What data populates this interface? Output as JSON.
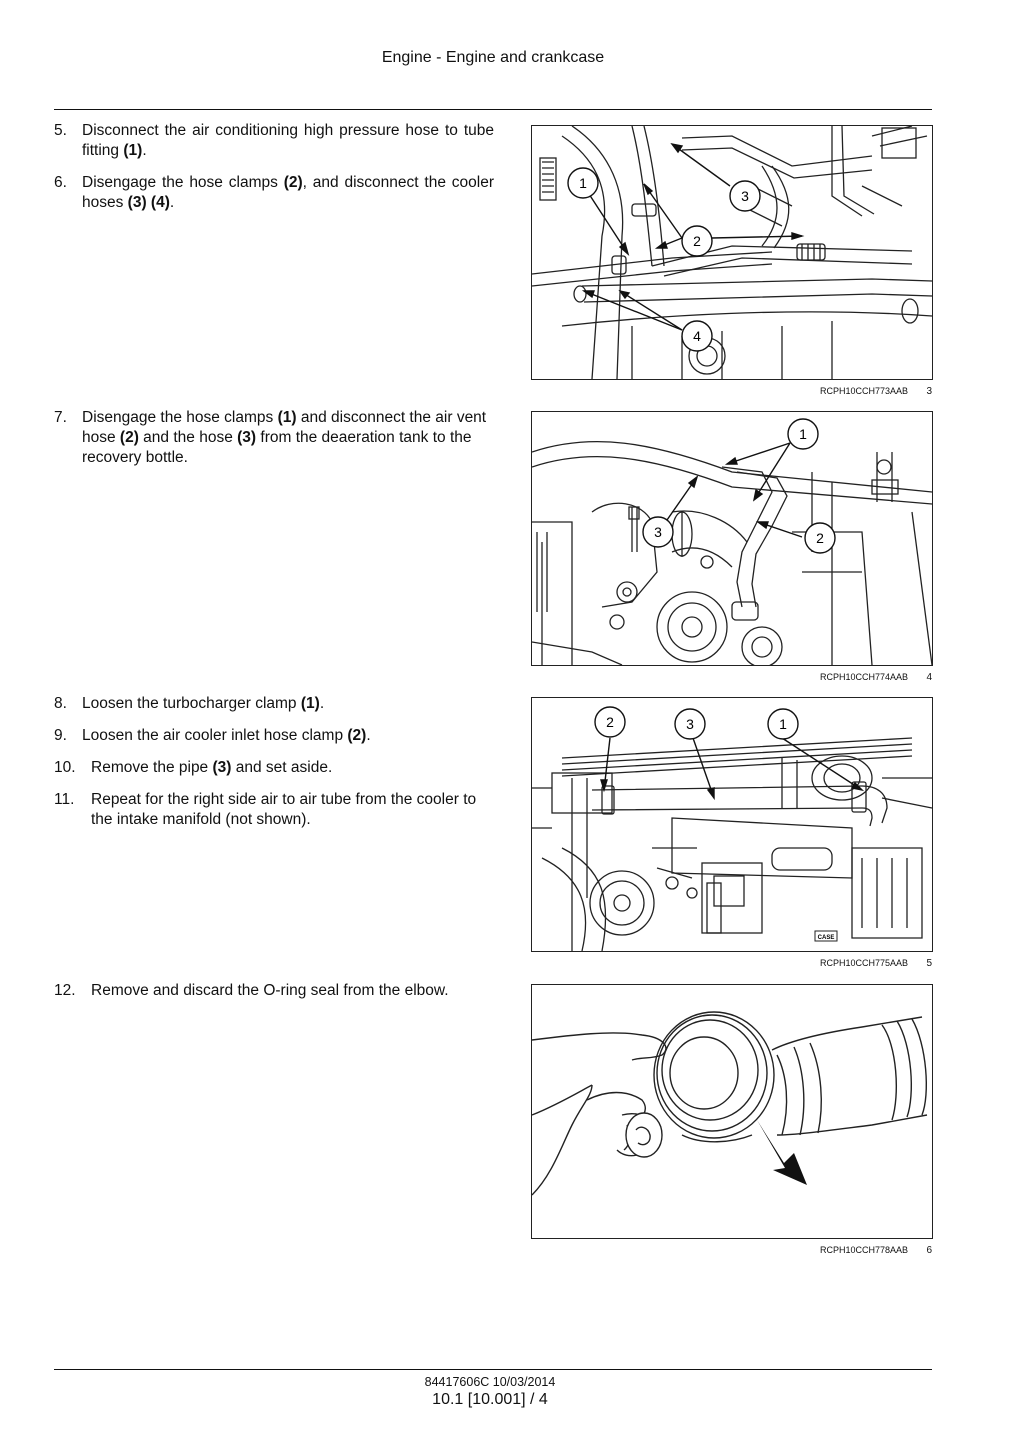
{
  "header": {
    "title": "Engine - Engine and crankcase"
  },
  "sections": [
    {
      "steps": [
        {
          "num": "5.",
          "parts": [
            "Disconnect the air conditioning high pressure hose to tube fitting ",
            "(1)",
            "."
          ]
        },
        {
          "num": "6.",
          "parts": [
            "Disengage the hose clamps ",
            "(2)",
            ", and disconnect the cooler hoses ",
            "(3) (4)",
            "."
          ]
        }
      ],
      "figure": {
        "code": "RCPH10CCH773AAB",
        "number": "3",
        "callouts": [
          "1",
          "2",
          "3",
          "4"
        ]
      }
    },
    {
      "steps": [
        {
          "num": "7.",
          "parts": [
            "Disengage the hose clamps ",
            "(1)",
            " and disconnect the air vent hose ",
            "(2)",
            " and the hose ",
            "(3)",
            " from the deaeration tank to the recovery bottle."
          ]
        }
      ],
      "figure": {
        "code": "RCPH10CCH774AAB",
        "number": "4",
        "callouts": [
          "1",
          "2",
          "3"
        ]
      }
    },
    {
      "steps": [
        {
          "num": "8.",
          "parts": [
            "Loosen the turbocharger clamp ",
            "(1)",
            "."
          ]
        },
        {
          "num": "9.",
          "parts": [
            "Loosen the air cooler inlet hose clamp ",
            "(2)",
            "."
          ]
        },
        {
          "num": "10.",
          "parts": [
            "Remove the pipe ",
            "(3)",
            " and set aside."
          ]
        },
        {
          "num": "11.",
          "parts": [
            "Repeat for the right side air to air tube from the cooler to the intake manifold (not shown)."
          ]
        }
      ],
      "figure": {
        "code": "RCPH10CCH775AAB",
        "number": "5",
        "callouts": [
          "2",
          "3",
          "1"
        ],
        "stamp": "CASE"
      }
    },
    {
      "steps": [
        {
          "num": "12.",
          "parts": [
            "Remove and discard the O-ring seal from the elbow."
          ]
        }
      ],
      "figure": {
        "code": "RCPH10CCH778AAB",
        "number": "6",
        "callouts": []
      }
    }
  ],
  "footer": {
    "doc": "84417606C 10/03/2014",
    "page": "10.1 [10.001] / 4"
  }
}
